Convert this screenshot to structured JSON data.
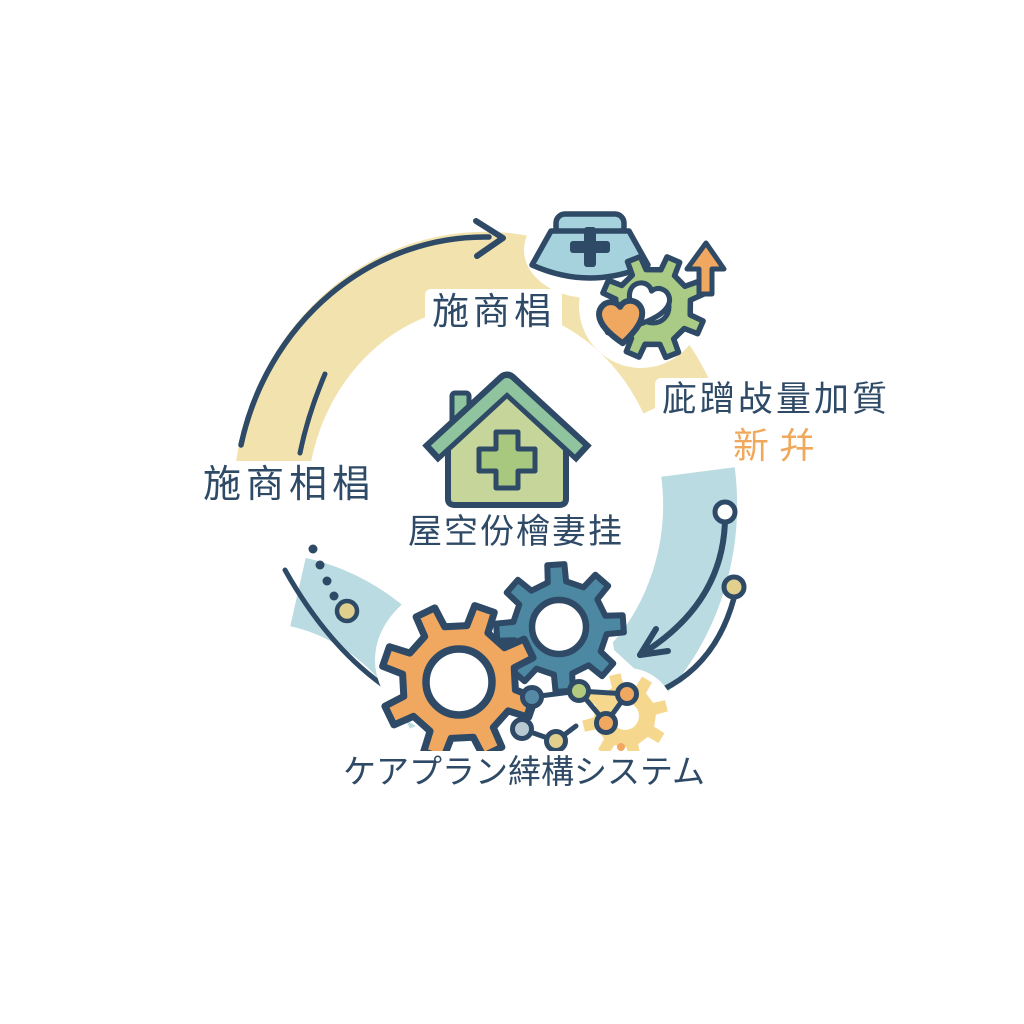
{
  "meta": {
    "kind": "cycle-diagram",
    "language": "ja",
    "background": "#ffffff"
  },
  "palette": {
    "navy": "#2e4a66",
    "yellow_band": "#f2e3ae",
    "blue_band": "#b9dbe1",
    "orange": "#f0a860",
    "green": "#a9cb85",
    "roof_green": "#8fc49f",
    "house_body": "#c6d69b",
    "cross_green": "#a9c87f",
    "cap_blue": "#a5d2dc",
    "teal": "#4d88a2",
    "khaki": "#e0cf8d",
    "pale_gear": "#f5d88d",
    "node_gray": "#b9c9d1",
    "node_blue": "#5589a6",
    "node_green": "#b3c97e",
    "text_orange": "#f0a95c"
  },
  "diagram": {
    "type": "circular-cycle",
    "center": {
      "label": "屋空份檜妻挂",
      "icon": "medical-house-icon"
    },
    "steps": {
      "top": {
        "label": "施商椙",
        "icons": [
          "nurse-cap-icon",
          "gear-icon",
          "heart-icon",
          "arrow-up-icon"
        ]
      },
      "right": {
        "label": "庛蹭敁量加質",
        "sublabel": "新幷",
        "sublabel_color": "#f0a95c",
        "icons": [
          "curved-arrow-icon",
          "milestone-dot-icon"
        ]
      },
      "bottom": {
        "label": "ケアプラン緈構システム",
        "icons": [
          "gear-icon",
          "gear-icon",
          "network-graph-icon",
          "gear-icon"
        ]
      },
      "left": {
        "label": "施商相椙",
        "icons": [
          "dotted-path-icon",
          "milestone-dot-icon"
        ]
      }
    }
  }
}
